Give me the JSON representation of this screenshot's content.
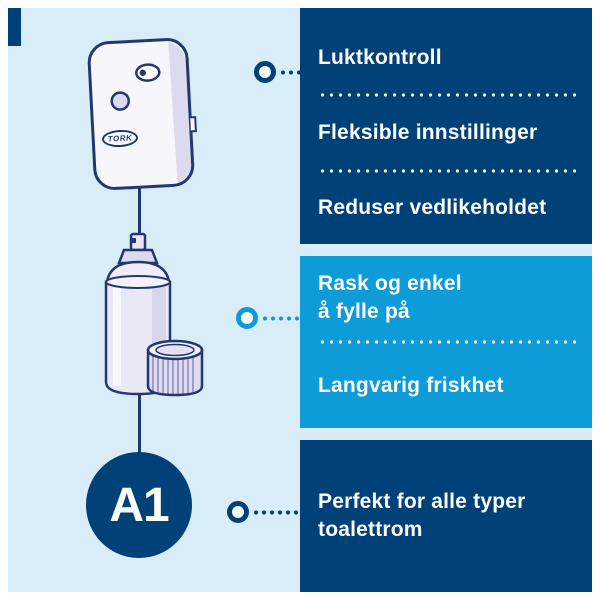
{
  "brand": {
    "logo_text": "TORK",
    "badge_label": "A1"
  },
  "colors": {
    "background": "#d8edf8",
    "brand_dark_blue": "#004178",
    "accent_cyan": "#0e9cd8",
    "text_on_panels": "#ffffff",
    "illustration_outline": "#24386e"
  },
  "panels": {
    "top": {
      "items": [
        "Luktkontroll",
        "Fleksible innstillinger",
        "Reduser vedlikeholdet"
      ]
    },
    "middle": {
      "items": [
        "Rask og enkel\nå fylle på",
        "Langvarig friskhet"
      ]
    },
    "bottom": {
      "items": [
        "Perfekt for alle typer\ntoalettrom"
      ]
    }
  },
  "icons": {
    "dispenser": "air-freshener-dispenser",
    "spray_can": "aerosol-refill-can",
    "cap": "can-cap",
    "connector": "callout-ring"
  }
}
